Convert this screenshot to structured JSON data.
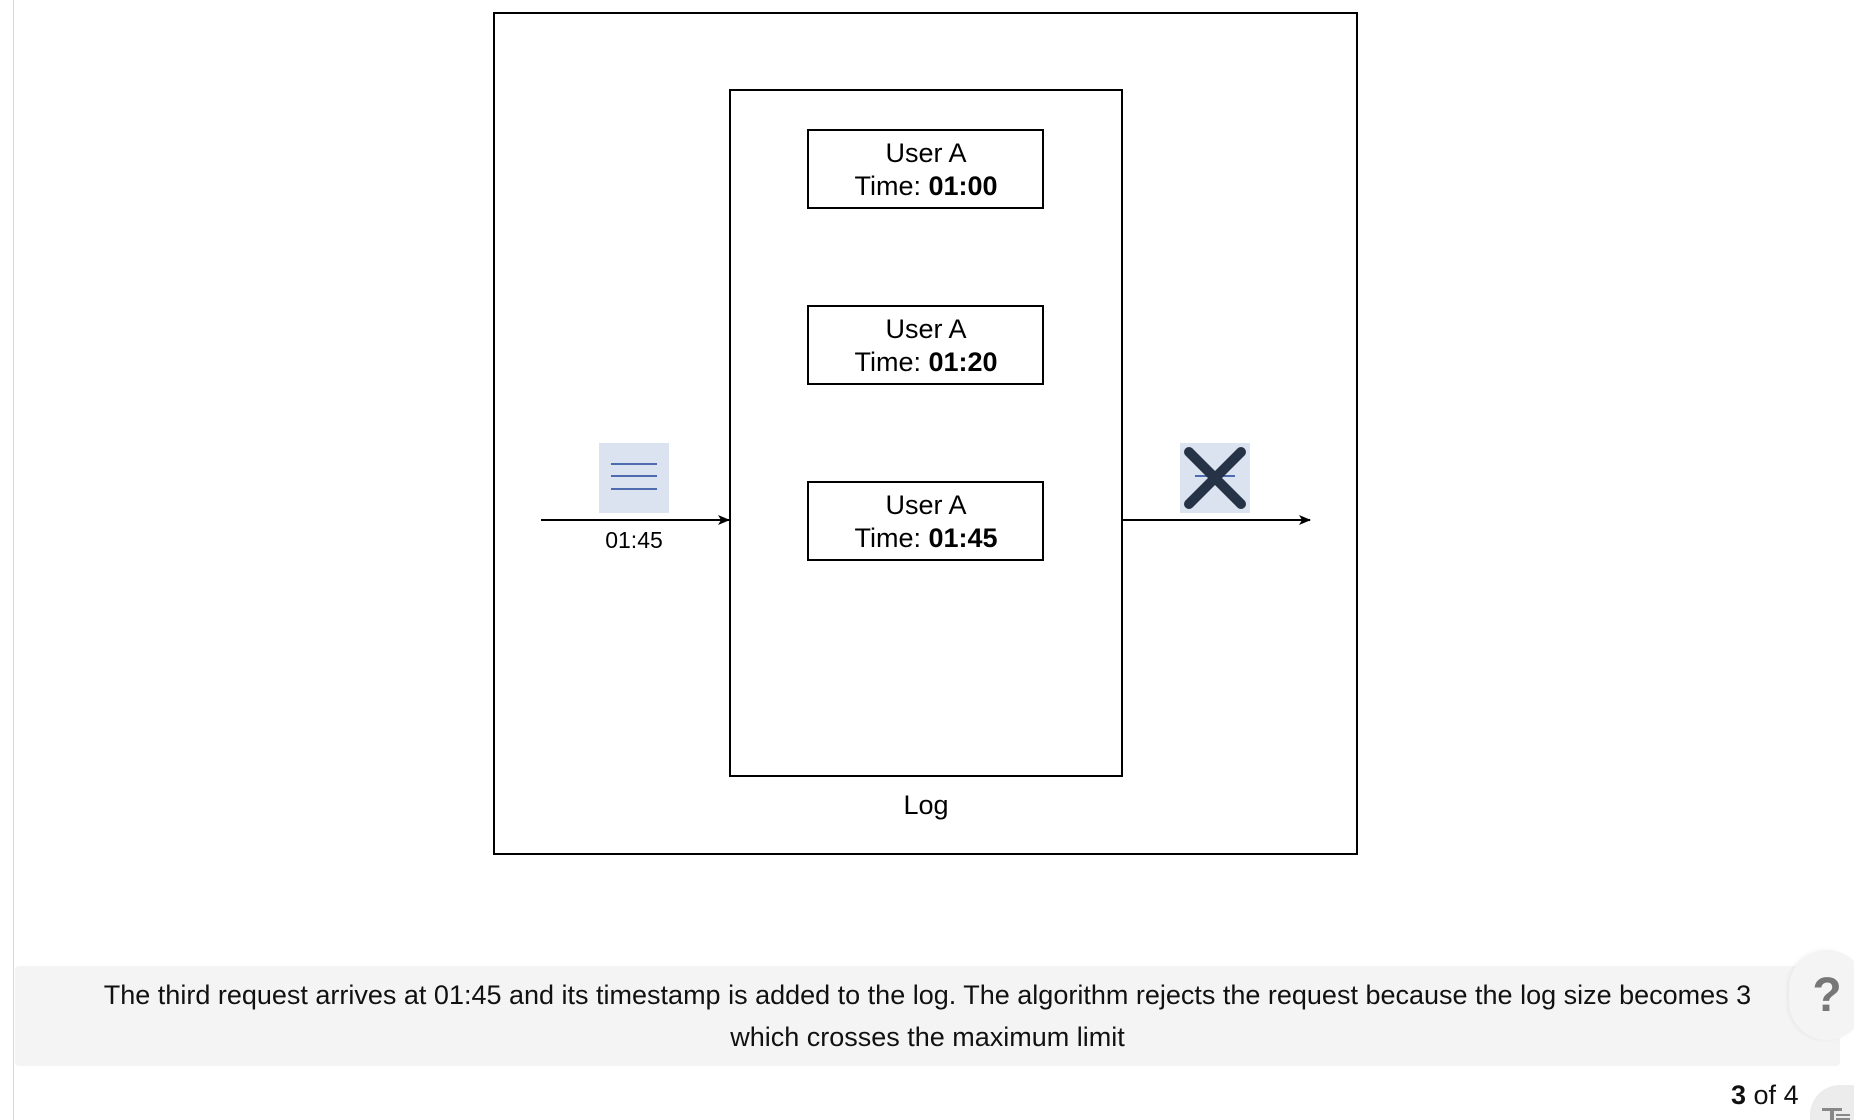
{
  "diagram": {
    "log_label": "Log",
    "entries": [
      {
        "user": "User A",
        "time_prefix": "Time: ",
        "time": "01:00"
      },
      {
        "user": "User A",
        "time_prefix": "Time: ",
        "time": "01:20"
      },
      {
        "user": "User A",
        "time_prefix": "Time: ",
        "time": "01:45"
      }
    ],
    "incoming_request_time": "01:45",
    "request_icon": "document-icon",
    "rejected_icon": "close-icon"
  },
  "caption": {
    "text": "The third request arrives at 01:45 and its timestamp is added to the log. The algorithm rejects the request because the log size becomes 3 which crosses the maximum limit"
  },
  "pager": {
    "current": "3",
    "separator": " of ",
    "total": "4"
  },
  "controls": {
    "help_icon": "question-mark-icon",
    "help_label": "?",
    "font_icon": "text-size-icon"
  },
  "colors": {
    "icon_bg": "#dbe3f1",
    "icon_line": "#4f6bb0",
    "reject_x": "#263347",
    "caption_bg": "#f4f4f4"
  }
}
